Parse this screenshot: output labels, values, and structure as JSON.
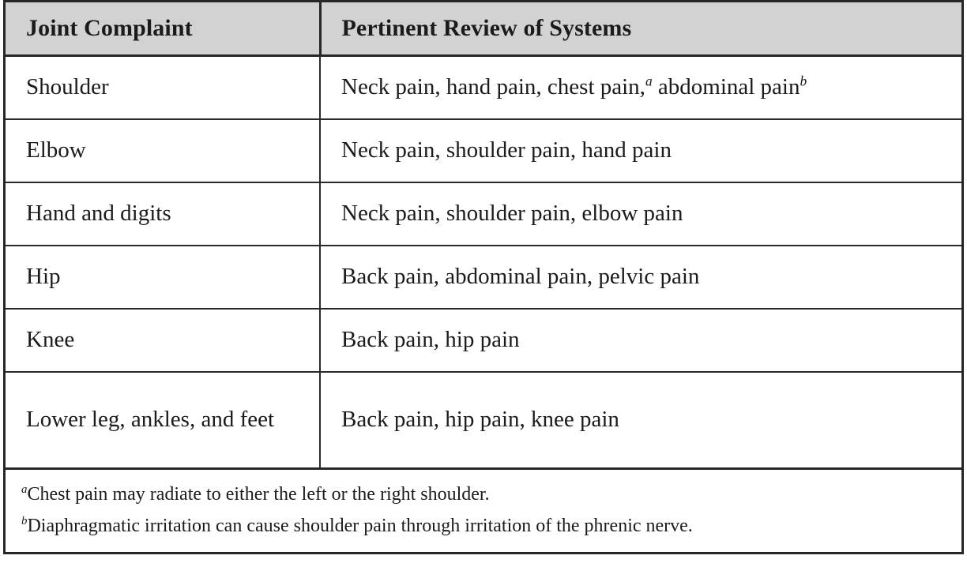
{
  "table": {
    "columns": [
      {
        "key": "joint",
        "label": "Joint Complaint"
      },
      {
        "key": "ros",
        "label": "Pertinent Review of Systems"
      }
    ],
    "rows": [
      {
        "joint": "Shoulder",
        "ros_before_a": "Neck pain, hand pain, chest pain,",
        "ros_mark_a": "a",
        "ros_middle": " abdominal pain",
        "ros_mark_b": "b",
        "ros_plain": "Neck pain, hand pain, chest pain,a abdominal painb"
      },
      {
        "joint": "Elbow",
        "ros_plain": "Neck pain, shoulder pain, hand pain"
      },
      {
        "joint": "Hand and digits",
        "ros_plain": "Neck pain, shoulder pain, elbow pain"
      },
      {
        "joint": "Hip",
        "ros_plain": "Back pain, abdominal pain, pelvic pain"
      },
      {
        "joint": "Knee",
        "ros_plain": "Back pain, hip pain"
      },
      {
        "joint": "Lower leg, ankles, and feet",
        "ros_plain": "Back pain, hip pain, knee pain"
      }
    ]
  },
  "footnotes": [
    {
      "mark": "a",
      "text": "Chest pain may radiate to either the left or the right shoulder."
    },
    {
      "mark": "b",
      "text": "Diaphragmatic irritation can cause shoulder pain through irritation of the phrenic nerve."
    }
  ],
  "colors": {
    "header_fill": "#d2d2d2",
    "border": "#262626",
    "text": "#1b1b1b",
    "page_background": "#ffffff"
  }
}
